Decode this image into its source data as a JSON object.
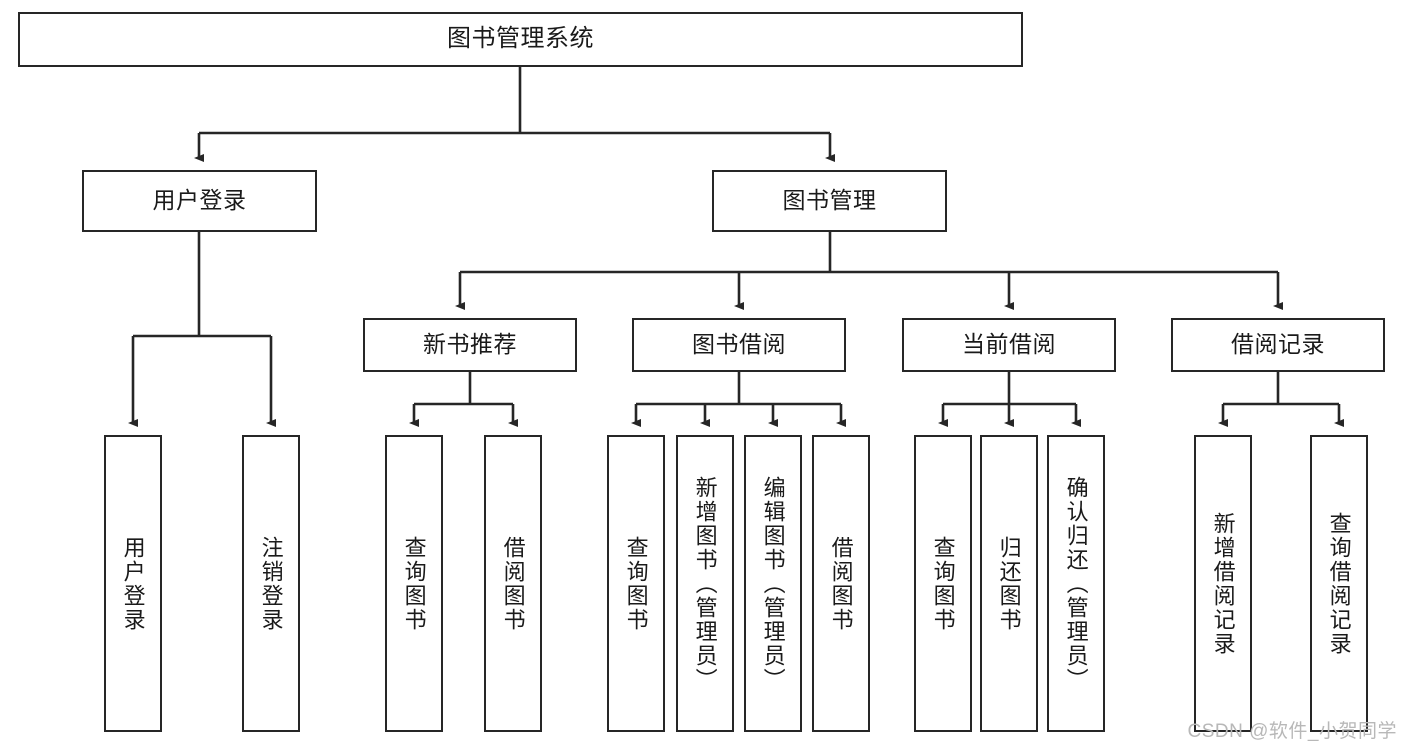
{
  "diagram": {
    "title": "图书管理系统",
    "type": "tree",
    "watermark": "CSDN @软件_小贺同学",
    "colors": {
      "stroke": "#262626",
      "box_fill": "#ffffff",
      "text": "#1a1a1a",
      "watermark": "#b8b8b8"
    },
    "root": {
      "label": "图书管理系统"
    },
    "level2": [
      {
        "label": "用户登录"
      },
      {
        "label": "图书管理"
      }
    ],
    "level3": [
      {
        "label": "新书推荐"
      },
      {
        "label": "图书借阅"
      },
      {
        "label": "当前借阅"
      },
      {
        "label": "借阅记录"
      }
    ],
    "leaves": {
      "user_login": [
        {
          "label": "用户登录"
        },
        {
          "label": "注销登录"
        }
      ],
      "new_book_recommend": [
        {
          "label": "查询图书"
        },
        {
          "label": "借阅图书"
        }
      ],
      "book_borrow": [
        {
          "label": "查询图书"
        },
        {
          "label": "新增图书（管理员）"
        },
        {
          "label": "编辑图书（管理员）"
        },
        {
          "label": "借阅图书"
        }
      ],
      "current_borrow": [
        {
          "label": "查询图书"
        },
        {
          "label": "归还图书"
        },
        {
          "label": "确认归还（管理员）"
        }
      ],
      "borrow_record": [
        {
          "label": "新增借阅记录"
        },
        {
          "label": "查询借阅记录"
        }
      ]
    }
  }
}
